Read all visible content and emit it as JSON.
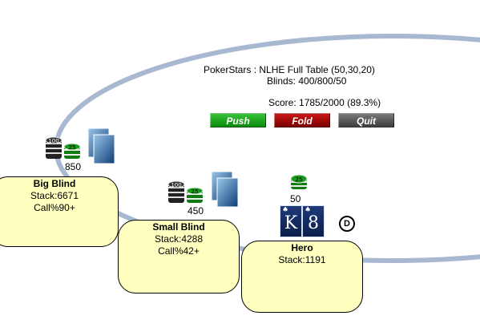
{
  "header": {
    "title": "PokerStars : NLHE Full Table (50,30,20)",
    "blinds": "Blinds: 400/800/50",
    "score": "Score: 1785/2000 (89.3%)"
  },
  "actions": {
    "push_label": "Push",
    "fold_label": "Fold",
    "quit_label": "Quit"
  },
  "colors": {
    "table_rail": "#a8b8d0",
    "seat_fill": "#ffffc0",
    "push": "#1aa31a",
    "fold": "#a80000",
    "quit": "#555555"
  },
  "players": {
    "big_blind": {
      "name": "Big Blind",
      "stack": "Stack:6671",
      "range": "Call%90+",
      "bet": "850"
    },
    "small_blind": {
      "name": "Small Blind",
      "stack": "Stack:4288",
      "range": "Call%42+",
      "bet": "450"
    },
    "hero": {
      "name": "Hero",
      "stack": "Stack:1191",
      "bet": "50"
    }
  },
  "hero_cards": [
    {
      "rank": "K",
      "suit": "♠"
    },
    {
      "rank": "8",
      "suit": "♠"
    }
  ],
  "chips": {
    "black": "100",
    "green": "25"
  },
  "dealer_button": "D",
  "icons": [
    "chip-stack-icon",
    "card-back-icon",
    "dealer-button-icon"
  ]
}
